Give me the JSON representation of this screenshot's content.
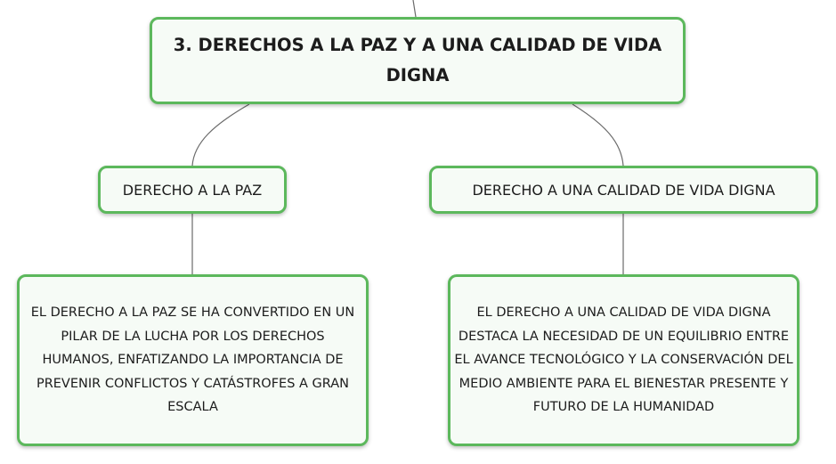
{
  "main_topic": {
    "label": "3. DERECHOS A LA PAZ Y A UNA CALIDAD DE VIDA DIGNA"
  },
  "branches": [
    {
      "label": "DERECHO A LA PAZ",
      "description": "EL DERECHO A LA PAZ SE HA CONVERTIDO EN UN PILAR DE LA LUCHA POR LOS DERECHOS HUMANOS, ENFATIZANDO LA IMPORTANCIA DE PREVENIR CONFLICTOS Y CATÁSTROFES A GRAN ESCALA"
    },
    {
      "label": "DERECHO A UNA CALIDAD DE VIDA DIGNA",
      "description": "EL DERECHO A UNA CALIDAD DE VIDA DIGNA DESTACA LA NECESIDAD DE UN EQUILIBRIO ENTRE EL AVANCE TECNOLÓGICO Y LA CONSERVACIÓN DEL MEDIO AMBIENTE PARA EL BIENESTAR PRESENTE Y FUTURO DE LA HUMANIDAD"
    }
  ],
  "colors": {
    "node_border": "#5cb85c",
    "node_fill": "#f6fbf6",
    "connector": "#6b6b6b",
    "text": "#1c1c1c"
  }
}
